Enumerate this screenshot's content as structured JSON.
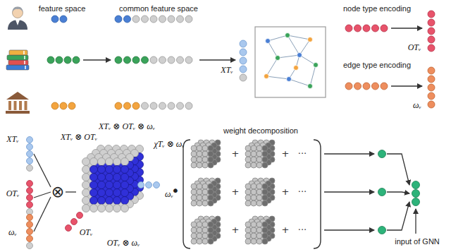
{
  "diagram": {
    "labels": [
      "feature space",
      "common feature space",
      "XTᵥ",
      "node type encoding",
      "OTᵥ",
      "edge type encoding",
      "ωᵥ",
      "weight decomposition",
      "XTᵥ ⊗ OTᵥ ⊗ ωᵥ",
      "XTᵥ",
      "XTᵥ ⊗ OTᵥ",
      "χTᵥ ⊗ ωᵥ",
      "⊗",
      "ωᵥ",
      "OTᵥ",
      "OTᵥ ⊗ ωᵥ",
      "OTᵥ",
      "ωᵥ",
      "•",
      "+",
      "+",
      "···",
      "+",
      "+",
      "···",
      "+",
      "+",
      "···",
      "input of GNN"
    ]
  }
}
